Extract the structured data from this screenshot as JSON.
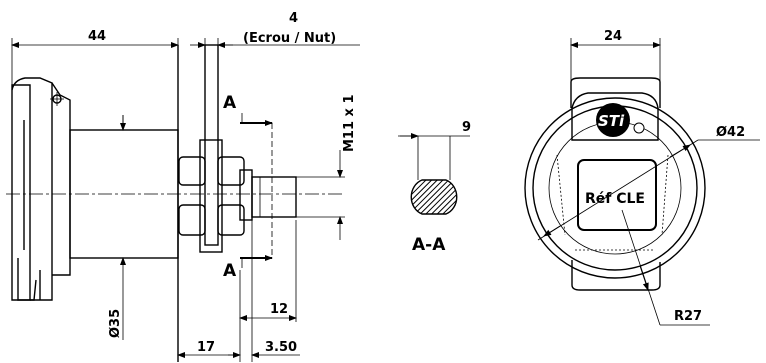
{
  "dimensions": {
    "length_44": "44",
    "nut_4": "4",
    "nut_note": "(Ecrou / Nut)",
    "thread": "M11 x 1",
    "dia_35": "Ø35",
    "d17": "17",
    "d3_50": "3.50",
    "d12": "12",
    "d9": "9",
    "width_24": "24",
    "dia_42": "Ø42",
    "r27": "R27"
  },
  "section": {
    "marker_a": "A",
    "label": "A-A"
  },
  "plate": {
    "brand": "STi",
    "ref_text": "Réf CLE"
  }
}
